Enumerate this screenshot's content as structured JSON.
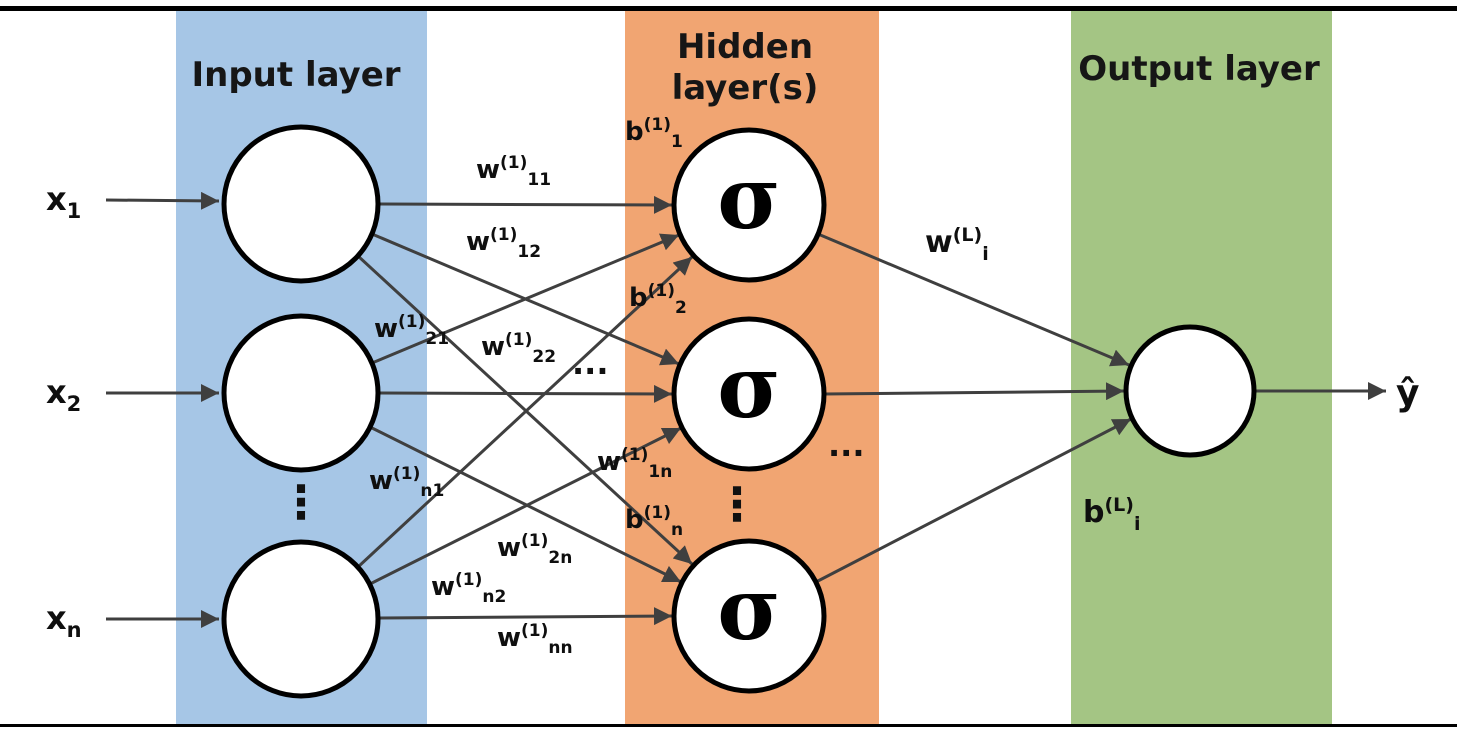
{
  "titles": {
    "input": "Input layer",
    "hidden_line1": "Hidden",
    "hidden_line2": "layer(s)",
    "output": "Output layer"
  },
  "colors": {
    "input_band": "#a6c6e6",
    "hidden_band": "#f1a572",
    "output_band": "#a4c584",
    "arrow": "#3f3f3f",
    "node_fill": "#ffffff",
    "node_stroke": "#000000",
    "text": "#111111"
  },
  "labels": {
    "x1": {
      "base": "x",
      "sub": "1"
    },
    "x2": {
      "base": "x",
      "sub": "2"
    },
    "xn": {
      "base": "x",
      "sub": "n"
    },
    "w11": {
      "base": "w",
      "sup": "(1)",
      "sub": "11"
    },
    "w12": {
      "base": "w",
      "sup": "(1)",
      "sub": "12"
    },
    "w21": {
      "base": "w",
      "sup": "(1)",
      "sub": "21"
    },
    "w22": {
      "base": "w",
      "sup": "(1)",
      "sub": "22"
    },
    "wn1": {
      "base": "w",
      "sup": "(1)",
      "sub": "n1"
    },
    "w1n": {
      "base": "w",
      "sup": "(1)",
      "sub": "1n"
    },
    "w2n": {
      "base": "w",
      "sup": "(1)",
      "sub": "2n"
    },
    "wn2": {
      "base": "w",
      "sup": "(1)",
      "sub": "n2"
    },
    "wnn": {
      "base": "w",
      "sup": "(1)",
      "sub": "nn"
    },
    "b1": {
      "base": "b",
      "sup": "(1)",
      "sub": "1"
    },
    "b2": {
      "base": "b",
      "sup": "(1)",
      "sub": "2"
    },
    "bn": {
      "base": "b",
      "sup": "(1)",
      "sub": "n"
    },
    "wL": {
      "base": "w",
      "sup": "(L)",
      "sub": "i"
    },
    "bL": {
      "base": "b",
      "sup": "(L)",
      "sub": "i"
    },
    "sigma": "σ",
    "yhat": "ŷ",
    "vdots": "⋮",
    "hdots": "..."
  }
}
